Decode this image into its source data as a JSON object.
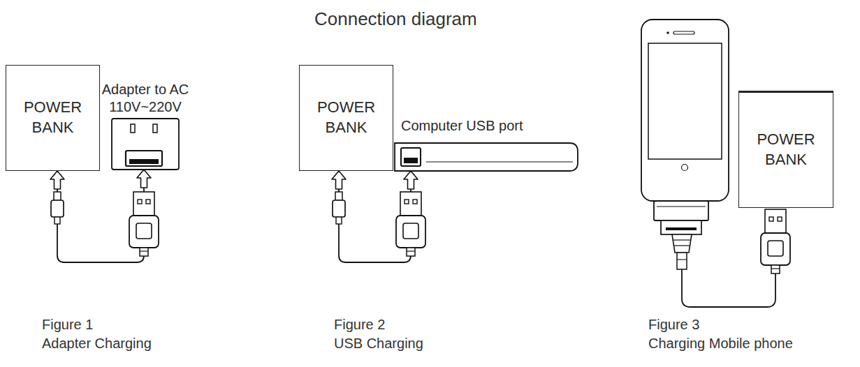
{
  "diagram": {
    "title": "Connection diagram",
    "nodes": [
      {
        "text": [
          "POWER BANK"
        ]
      },
      {
        "text": [
          "Adapter to AC 110V~220V"
        ]
      },
      {
        "text": [
          "POWER BANK"
        ]
      },
      {
        "text": [
          "Computer USB port"
        ]
      },
      {
        "text": [
          "POWER BANK"
        ]
      }
    ],
    "edges": [
      {
        "from": 1,
        "to": 0,
        "arrow": "both"
      },
      {
        "from": 3,
        "to": 2,
        "arrow": "both"
      }
    ],
    "labels": [
      "Figure 1",
      "Adapter Charging",
      "Figure 2",
      "USB Charging",
      "Figure 3",
      "Charging Mobile phone"
    ]
  }
}
